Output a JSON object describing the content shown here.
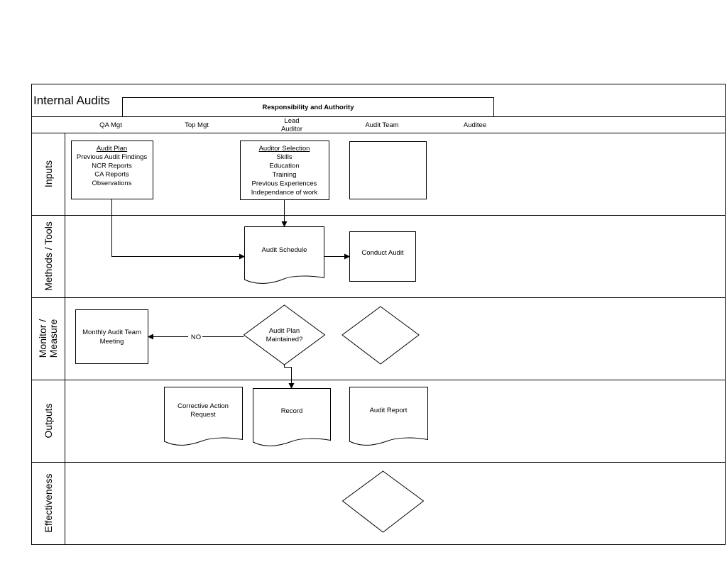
{
  "title": "Internal Audits",
  "header": "Responsibility and Authority",
  "columns": [
    "QA Mgt",
    "Top Mgt",
    [
      "Lead",
      "Auditor"
    ],
    "Audit Team",
    "Auditee"
  ],
  "lanes": [
    "Inputs",
    "Methods / Tools",
    [
      "Monitor /",
      "Measure"
    ],
    "Outputs",
    "Effectiveness"
  ],
  "nodes": {
    "audit_plan": {
      "heading": "Audit Plan",
      "lines": [
        "Previous Audit Findings",
        "NCR Reports",
        "CA Reports",
        "Observations"
      ]
    },
    "auditor_selection": {
      "heading": "Auditor Selection",
      "lines": [
        "Skills",
        "Education",
        "Training",
        "Previous Experiences",
        "Independance of work"
      ]
    },
    "audit_schedule": {
      "lines": [
        "Audit Schedule"
      ]
    },
    "conduct_audit": {
      "lines": [
        "Conduct Audit"
      ]
    },
    "monthly_meeting": {
      "lines": [
        "Monthly Audit Team",
        "Meeting"
      ]
    },
    "audit_plan_maintained": {
      "lines": [
        "Audit Plan",
        "Maintained?"
      ]
    },
    "corrective_action": {
      "lines": [
        "Corrective Action",
        "Request"
      ]
    },
    "record": {
      "lines": [
        "Record"
      ]
    },
    "audit_report": {
      "lines": [
        "Audit Report"
      ]
    }
  },
  "edge_labels": {
    "no": "NO"
  }
}
